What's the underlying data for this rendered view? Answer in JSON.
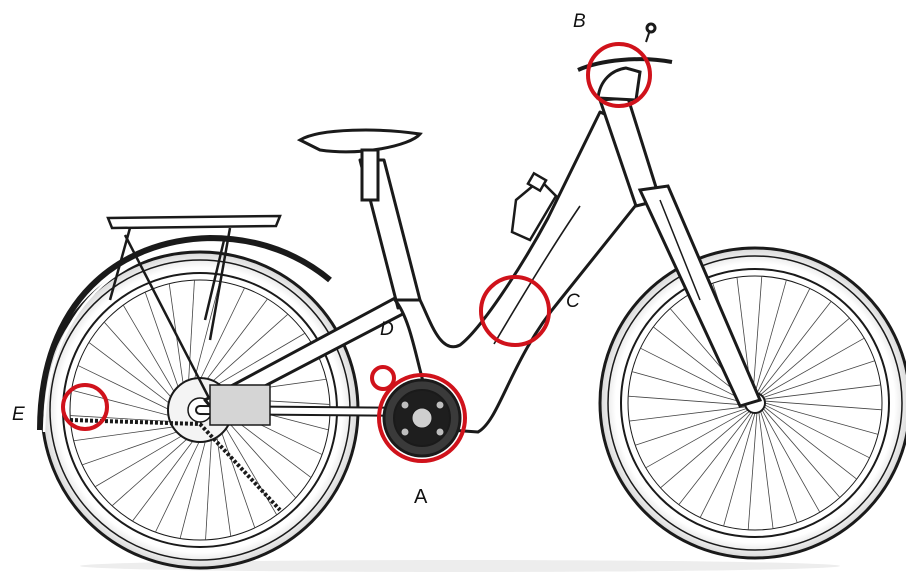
{
  "diagram": {
    "subject": "bicycle",
    "highlight_color": "#d0121b",
    "line_color": "#1a1a1a",
    "callouts": [
      {
        "id": "A",
        "label": "A",
        "style": "upright"
      },
      {
        "id": "B",
        "label": "B",
        "style": "italic"
      },
      {
        "id": "C",
        "label": "C",
        "style": "italic"
      },
      {
        "id": "D",
        "label": "D",
        "style": "italic"
      },
      {
        "id": "E",
        "label": "E",
        "style": "italic"
      }
    ]
  }
}
